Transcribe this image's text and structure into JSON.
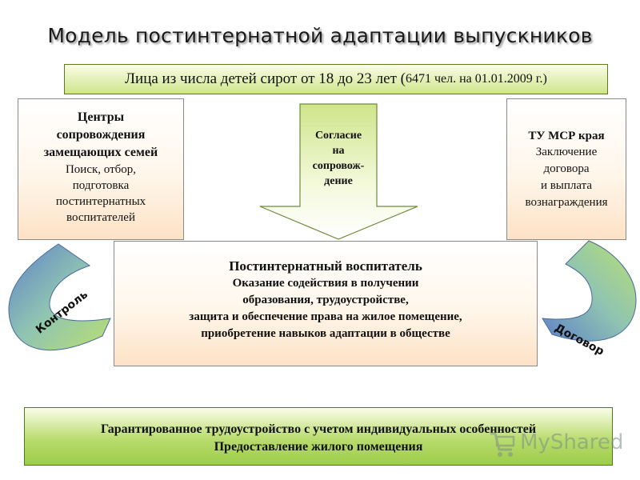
{
  "title": "Модель постинтернатной адаптации выпускников",
  "subtitle": {
    "main": "Лица из числа детей сирот от 18 до 23 лет (",
    "small": "6471 чел. на 01.01.2009 г.)"
  },
  "left_box": {
    "heading": "Центры\nсопровождения\nзамещающих семей",
    "body": "Поиск, отбор,\nподготовка\nпостинтернатных\nвоспитателей"
  },
  "arrow": {
    "text": "Согласие\nна\nсопровож-\nдение"
  },
  "right_box": {
    "heading": "ТУ МСР края",
    "body": "Заключение\nдоговора\nи выплата\nвознаграждения"
  },
  "center_box": {
    "heading": "Постинтернатный воспитатель",
    "lines": [
      "Оказание содействия в получении",
      "образования, трудоустройстве,",
      "защита и обеспечение права на жилое помещение,",
      "приобретение навыков адаптации в обществе"
    ]
  },
  "bottom_box": {
    "line1": "Гарантированное трудоустройство с учетом индивидуальных особенностей",
    "line2": "Предоставление жилого помещения"
  },
  "left_curve_label": "Контроль",
  "right_curve_label": "Договор",
  "watermark": "MyShared"
}
